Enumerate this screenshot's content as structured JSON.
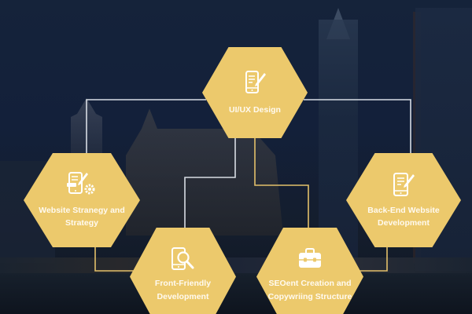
{
  "title": "",
  "colors": {
    "background": "#15233a",
    "hexagon_fill": "#ecc96c",
    "hexagon_text": "#fffaf0",
    "connector_white": "#d8dde4",
    "connector_gold": "#e3c06a"
  },
  "nodes": [
    {
      "id": "uiux",
      "label": "UI/UX Design",
      "icon": "mobile-pen-icon"
    },
    {
      "id": "strategy",
      "label": "Website Stranegy and Strategy",
      "icon": "tablet-pen-gear-icon"
    },
    {
      "id": "backend",
      "label": "Back-End Website Development",
      "icon": "tablet-pen-icon"
    },
    {
      "id": "front",
      "label": "Front-Friendly Development",
      "icon": "mobile-search-icon"
    },
    {
      "id": "seo",
      "label": "SEOent Creation and Copywriing Structure",
      "icon": "briefcase-icon"
    }
  ],
  "connections": [
    {
      "from": "uiux",
      "to": "strategy",
      "color": "white"
    },
    {
      "from": "uiux",
      "to": "backend",
      "color": "white"
    },
    {
      "from": "uiux",
      "to": "front",
      "color": "white"
    },
    {
      "from": "uiux",
      "to": "seo",
      "color": "gold"
    },
    {
      "from": "strategy",
      "to": "front",
      "color": "gold"
    },
    {
      "from": "backend",
      "to": "seo",
      "color": "gold"
    }
  ]
}
